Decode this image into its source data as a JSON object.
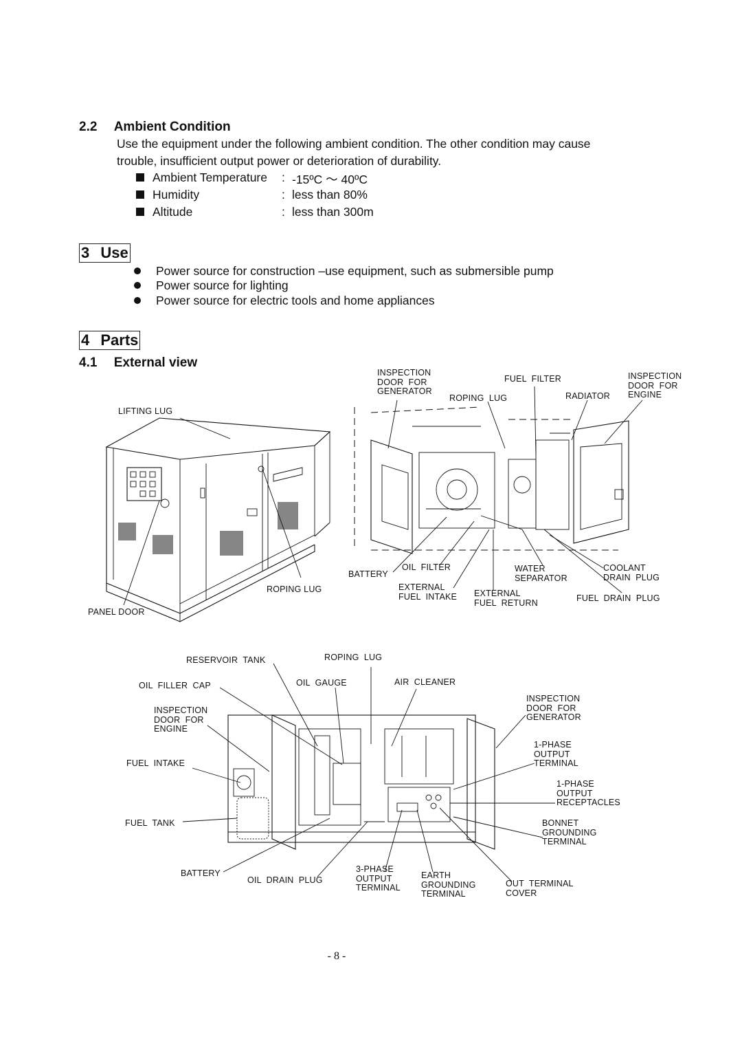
{
  "section_2_2": {
    "number": "2.2",
    "title": "Ambient Condition",
    "intro_line1": "Use the equipment under the following ambient condition. The other condition may cause",
    "intro_line2": "trouble, insufficient output power or deterioration of durability.",
    "conditions": [
      {
        "name": "Ambient Temperature",
        "sep": ":",
        "value": "-15ºC ～ 40ºC"
      },
      {
        "name": "Humidity",
        "sep": ":",
        "value": "less than 80%"
      },
      {
        "name": "Altitude",
        "sep": ":",
        "value": "less than 300m"
      }
    ]
  },
  "section_3": {
    "title": "3 Use",
    "bullets": [
      "Power source for construction –use equipment, such as submersible pump",
      "Power source for lighting",
      "Power source for electric tools and home appliances"
    ]
  },
  "section_4": {
    "title": "4 Parts",
    "sub_number": "4.1",
    "sub_title": "External view"
  },
  "figure_labels": {
    "lifting_lug": "LIFTING LUG",
    "roping_lug_left": "ROPING LUG",
    "panel_door": "PANEL DOOR",
    "insp_door_gen_top": "INSPECTION\nDOOR  FOR\nGENERATOR",
    "fuel_filter": "FUEL  FILTER",
    "roping_lug_top": "ROPING  LUG",
    "radiator": "RADIATOR",
    "insp_door_engine_top": "INSPECTION\nDOOR  FOR\nENGINE",
    "battery_top": "BATTERY",
    "oil_filter": "OIL  FILTER",
    "external_fuel_intake": "EXTERNAL\nFUEL  INTAKE",
    "external_fuel_return": "EXTERNAL\nFUEL  RETURN",
    "water_separator": "WATER\nSEPARATOR",
    "coolant_drain_plug": "COOLANT\nDRAIN  PLUG",
    "fuel_drain_plug": "FUEL  DRAIN  PLUG",
    "reservoir_tank": "RESERVOIR  TANK",
    "roping_lug_bottom": "ROPING  LUG",
    "oil_filler_cap": "OIL  FILLER  CAP",
    "oil_gauge": "OIL  GAUGE",
    "air_cleaner": "AIR  CLEANER",
    "insp_door_engine_bottom": "INSPECTION\nDOOR  FOR\nENGINE",
    "insp_door_gen_bottom": "INSPECTION\nDOOR  FOR\nGENERATOR",
    "fuel_intake": "FUEL  INTAKE",
    "one_phase_terminal": "1-PHASE\nOUTPUT\nTERMINAL",
    "one_phase_receptacles": "1-PHASE\nOUTPUT\nRECEPTACLES",
    "fuel_tank": "FUEL  TANK",
    "bonnet_grounding": "BONNET\nGROUNDING\nTERMINAL",
    "battery_bottom": "BATTERY",
    "oil_drain_plug": "OIL  DRAIN  PLUG",
    "three_phase_terminal": "3-PHASE\nOUTPUT\nTERMINAL",
    "earth_grounding": "EARTH\nGROUNDING\nTERMINAL",
    "out_terminal_cover": "OUT  TERMINAL\nCOVER"
  },
  "footer": {
    "page_number": "- 8 -"
  }
}
